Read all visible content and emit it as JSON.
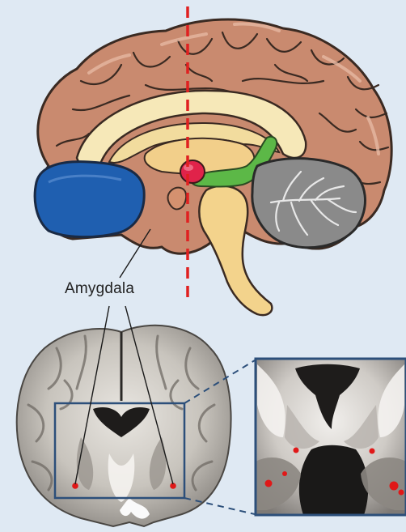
{
  "labels": {
    "amygdala": "Amygdala"
  },
  "colors": {
    "background": "#dfe9f3",
    "cortex": "#c98a6f",
    "cortex_outline": "#3a2a22",
    "corpus_callosum": "#f6e8b8",
    "thalamus_region": "#f2cf8a",
    "brainstem": "#f3d38c",
    "frontal_highlight": "#1f5fb0",
    "amygdala_highlight": "#e0234a",
    "hippocampus_highlight": "#5cb847",
    "cerebellum": "#8a8a8a",
    "section_line": "#e02020",
    "inset_frame": "#2c4f7a",
    "mri_marker": "#e01818"
  },
  "icons": {
    "sagittal": "sagittal-brain-illustration",
    "coronal": "coronal-mri-slice",
    "zoom": "zoomed-mri-inset"
  }
}
